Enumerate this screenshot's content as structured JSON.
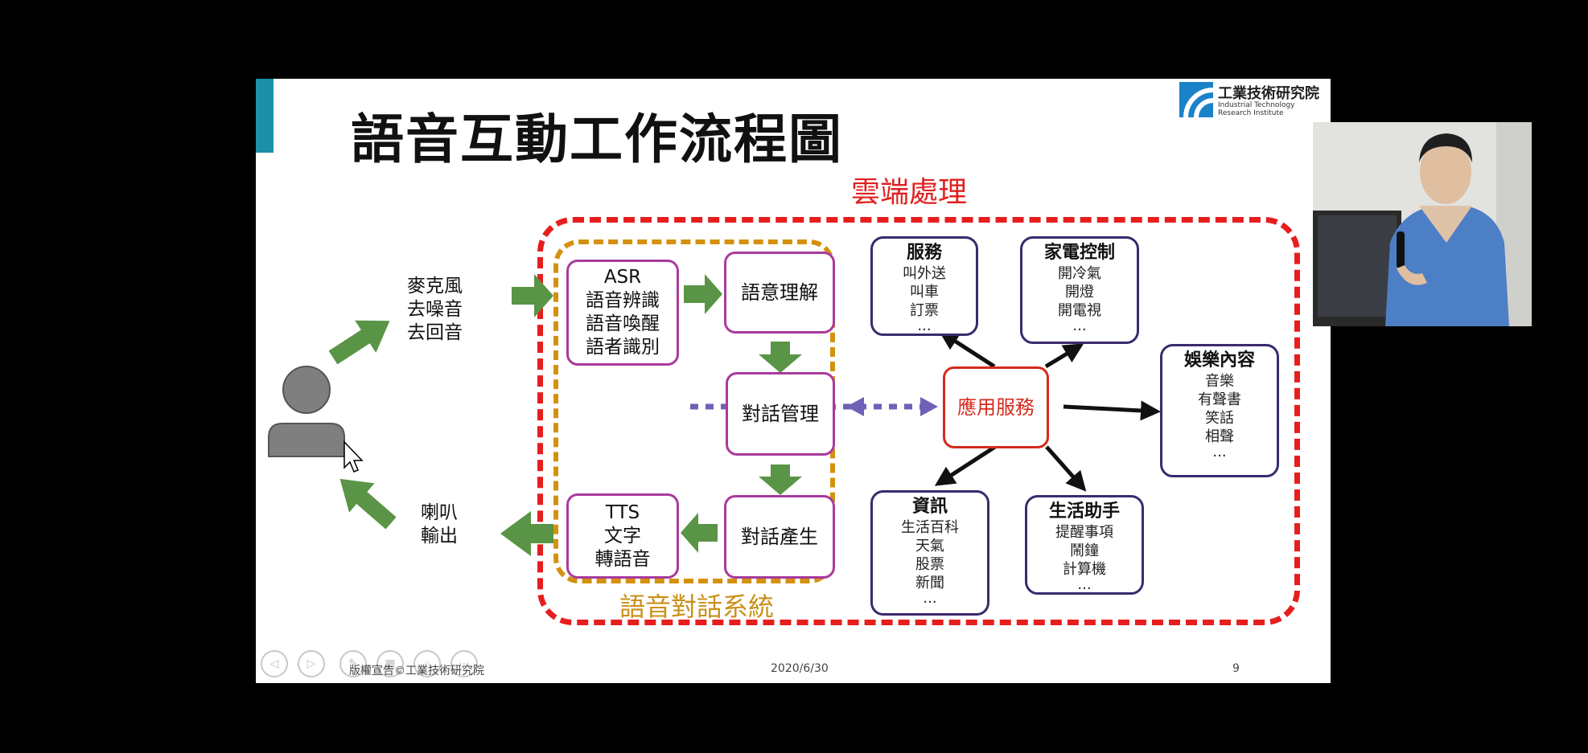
{
  "slide": {
    "title": "語音互動工作流程圖",
    "logo": {
      "name": "工業技術研究院",
      "english_lines": [
        "Industrial Technology",
        "Research Institute"
      ]
    },
    "cloud_label": "雲端處理",
    "dialog_system_label": "語音對話系統",
    "input_lines": [
      "麥克風",
      "去噪音",
      "去回音"
    ],
    "output_lines": [
      "喇叭",
      "輸出"
    ],
    "asr_lines": [
      "ASR",
      "語音辨識",
      "語音喚醒",
      "語者識別"
    ],
    "nlu": "語意理解",
    "dialog_mgmt": "對話管理",
    "nlg": "對話產生",
    "tts_lines": [
      "TTS",
      "文字",
      "轉語音"
    ],
    "app_service": "應用服務",
    "services": {
      "service": {
        "title": "服務",
        "items": [
          "叫外送",
          "叫車",
          "訂票",
          "..."
        ]
      },
      "appliance": {
        "title": "家電控制",
        "items": [
          "開冷氣",
          "開燈",
          "開電視",
          "..."
        ]
      },
      "entertainment": {
        "title": "娛樂內容",
        "items": [
          "音樂",
          "有聲書",
          "笑話",
          "相聲",
          "..."
        ]
      },
      "info": {
        "title": "資訊",
        "items": [
          "生活百科",
          "天氣",
          "股票",
          "新聞",
          "..."
        ]
      },
      "assistant": {
        "title": "生活助手",
        "items": [
          "提醒事項",
          "鬧鐘",
          "計算機",
          "..."
        ]
      }
    },
    "footer": {
      "copyright": "版權宣告©工業技術研究院",
      "date": "2020/6/30",
      "page": "9"
    }
  },
  "colors": {
    "cloud_border": "#e61e1e",
    "dialog_border": "#d4910f",
    "module_border": "#a93a9d",
    "service_border": "#3b2a6e",
    "arrow_green": "#5a9446",
    "dotted_arrow": "#7060b8",
    "accent": "#1d8fa8"
  },
  "icons": {
    "user": "person-icon",
    "cursor": "mouse-pointer-icon",
    "nav": [
      "prev-slide-icon",
      "next-slide-icon",
      "pen-icon",
      "slides-grid-icon",
      "zoom-icon",
      "more-icon"
    ]
  }
}
